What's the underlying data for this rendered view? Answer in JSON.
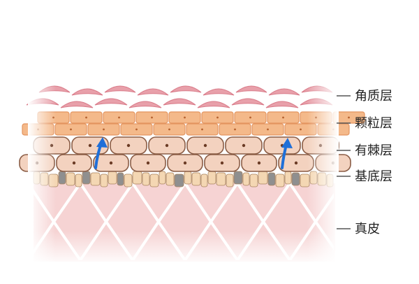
{
  "colors": {
    "stratum_corneum_fill": "#e8a0aa",
    "stratum_corneum_edge": "#d97a88",
    "granular_fill": "#f4b98a",
    "granular_edge": "#e3945f",
    "spinous_fill": "#f3d2bf",
    "spinous_edge": "#8a5c45",
    "basal_fill": "#f4d7b3",
    "basal_dark": "#8f8f8f",
    "dermis_fill": "#f6d3d3",
    "dermis_line": "#ffffff",
    "arrow": "#1f6fd8",
    "leader_line": "#555555"
  },
  "layers": [
    {
      "name": "角质层"
    },
    {
      "name": "颗粒层"
    },
    {
      "name": "有棘层"
    },
    {
      "name": "基底层"
    },
    {
      "name": "真皮"
    }
  ]
}
